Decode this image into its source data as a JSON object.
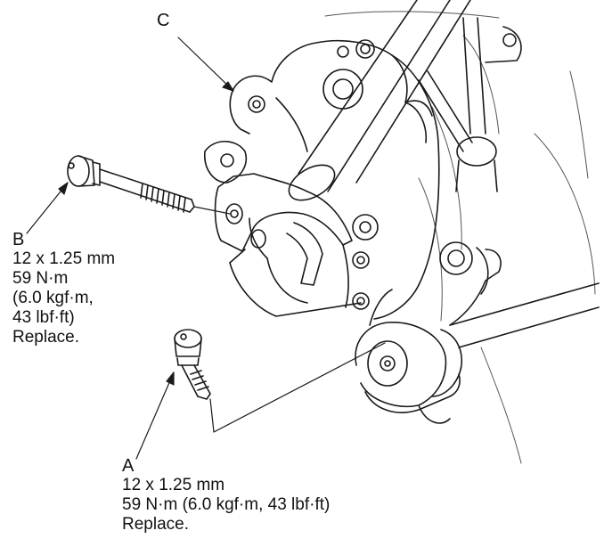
{
  "callouts": {
    "c": {
      "letter": "C"
    },
    "b": {
      "letter": "B",
      "size": "12 x 1.25 mm",
      "torque_nm": "59 N·m",
      "torque_kgf": "(6.0 kgf·m,",
      "torque_lbf": "43 lbf·ft)",
      "note": "Replace."
    },
    "a": {
      "letter": "A",
      "size": "12 x 1.25 mm",
      "torque": "59 N·m (6.0 kgf·m, 43 lbf·ft)",
      "note": "Replace."
    }
  },
  "colors": {
    "line": "#1a1a1a",
    "background": "#ffffff"
  }
}
